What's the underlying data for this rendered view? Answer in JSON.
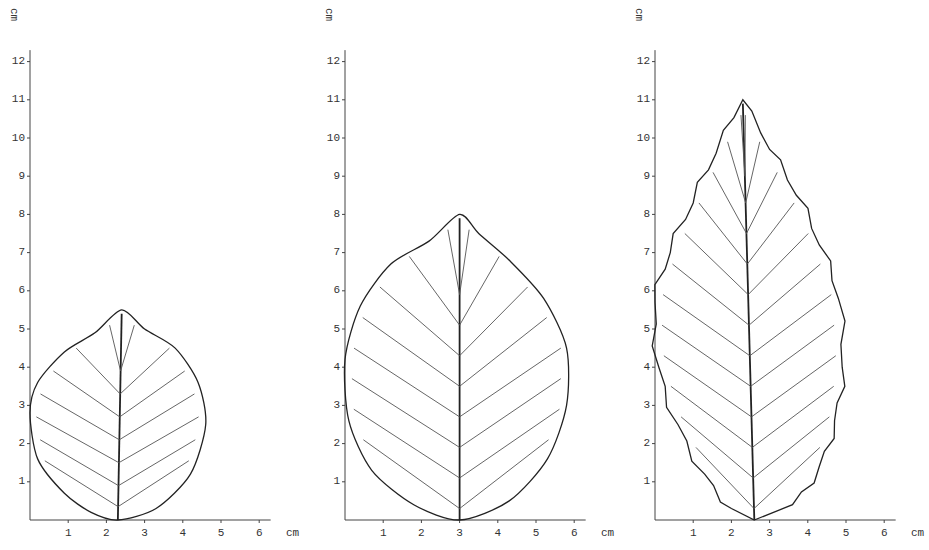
{
  "diagram": {
    "labels": [
      "cm",
      "12",
      "11",
      "10",
      "9",
      "8",
      "7",
      "6",
      "5",
      "4",
      "3",
      "2",
      "1",
      "1",
      "2",
      "3",
      "4",
      "5",
      "6",
      "cm",
      "cm",
      "12",
      "11",
      "10",
      "9",
      "8",
      "7",
      "6",
      "5",
      "4",
      "3",
      "2",
      "1",
      "1",
      "2",
      "3",
      "4",
      "5",
      "6",
      "cm",
      "cm",
      "12",
      "11",
      "10",
      "9",
      "8",
      "7",
      "6",
      "5",
      "4",
      "3",
      "2",
      "1",
      "1",
      "2",
      "3",
      "4",
      "5",
      "6",
      "cm"
    ]
  }
}
